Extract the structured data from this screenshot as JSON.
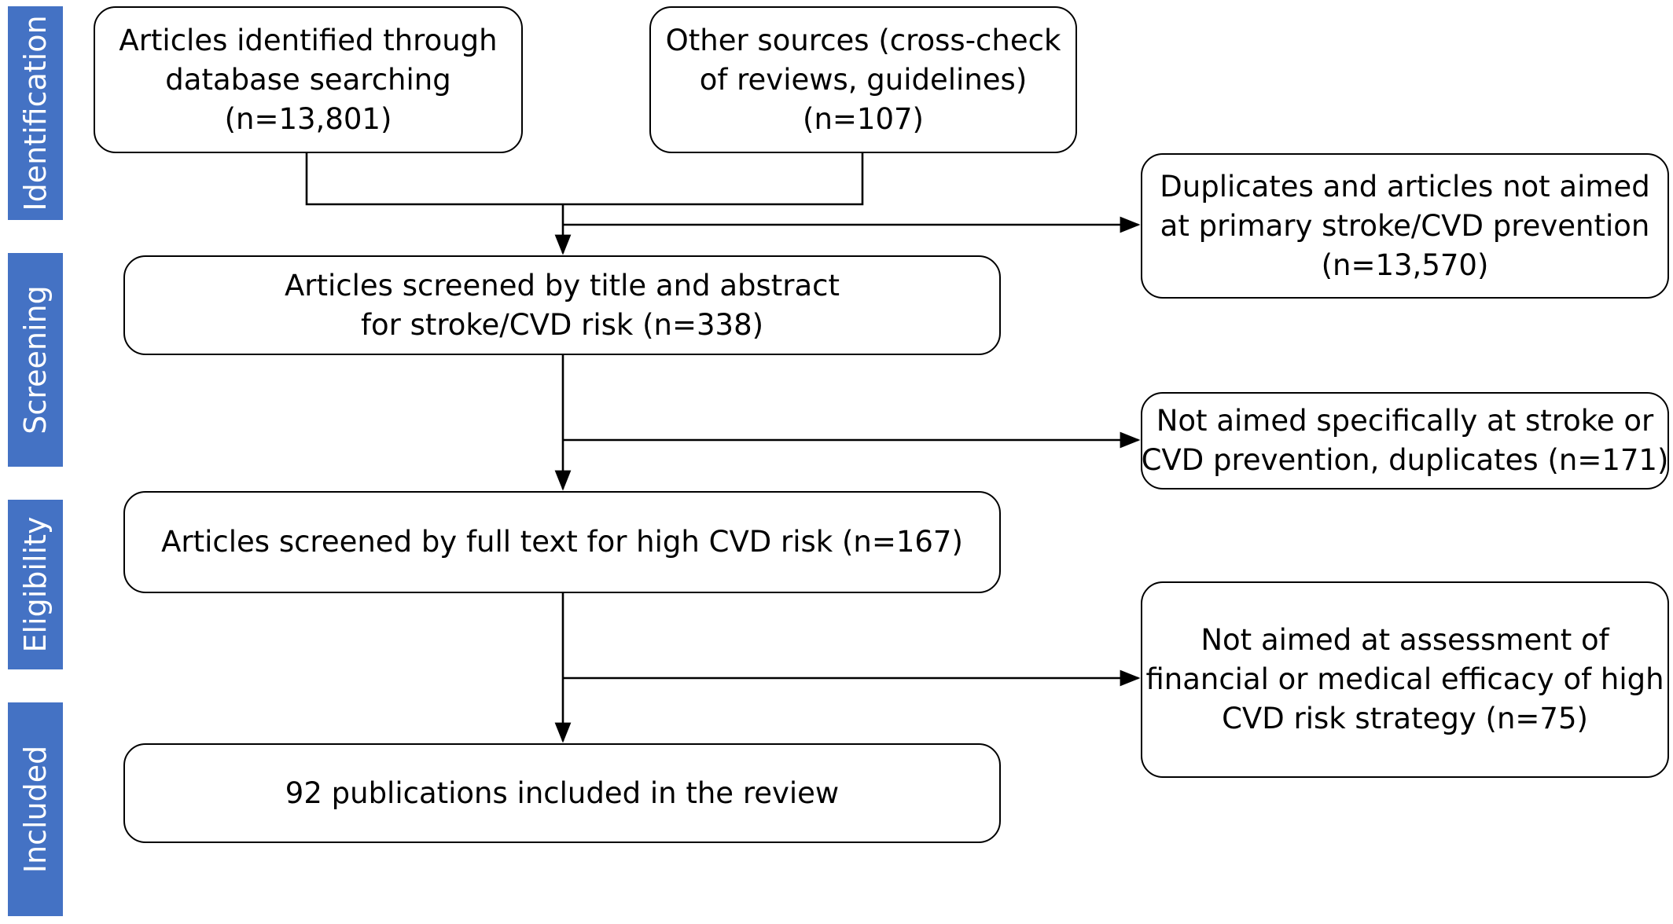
{
  "stages": [
    "Identification",
    "Screening",
    "Eligibility",
    "Included"
  ],
  "boxes": {
    "database": [
      "Articles identified through",
      "database searching",
      "(n=13,801)"
    ],
    "other_sources": [
      "Other sources (cross-check",
      "of reviews, guidelines)",
      "(n=107)"
    ],
    "screened_title": [
      "Articles screened by title and abstract",
      "for stroke/CVD risk (n=338)"
    ],
    "excluded_duplicates": [
      "Duplicates and articles not aimed",
      "at primary stroke/CVD prevention",
      "(n=13,570)"
    ],
    "excluded_not_specific": [
      "Not aimed specifically at stroke or",
      "CVD prevention, duplicates (n=171)"
    ],
    "screened_fulltext": [
      "Articles screened by full text for high CVD risk (n=167)"
    ],
    "excluded_not_efficacy": [
      "Not aimed at assessment of",
      "financial or medical efficacy of high",
      "CVD risk strategy (n=75)"
    ],
    "included": [
      "92 publications included in the review"
    ]
  },
  "colors": {
    "stage_bar": "#4472c4",
    "stage_text": "#ffffff",
    "line": "#000000"
  }
}
